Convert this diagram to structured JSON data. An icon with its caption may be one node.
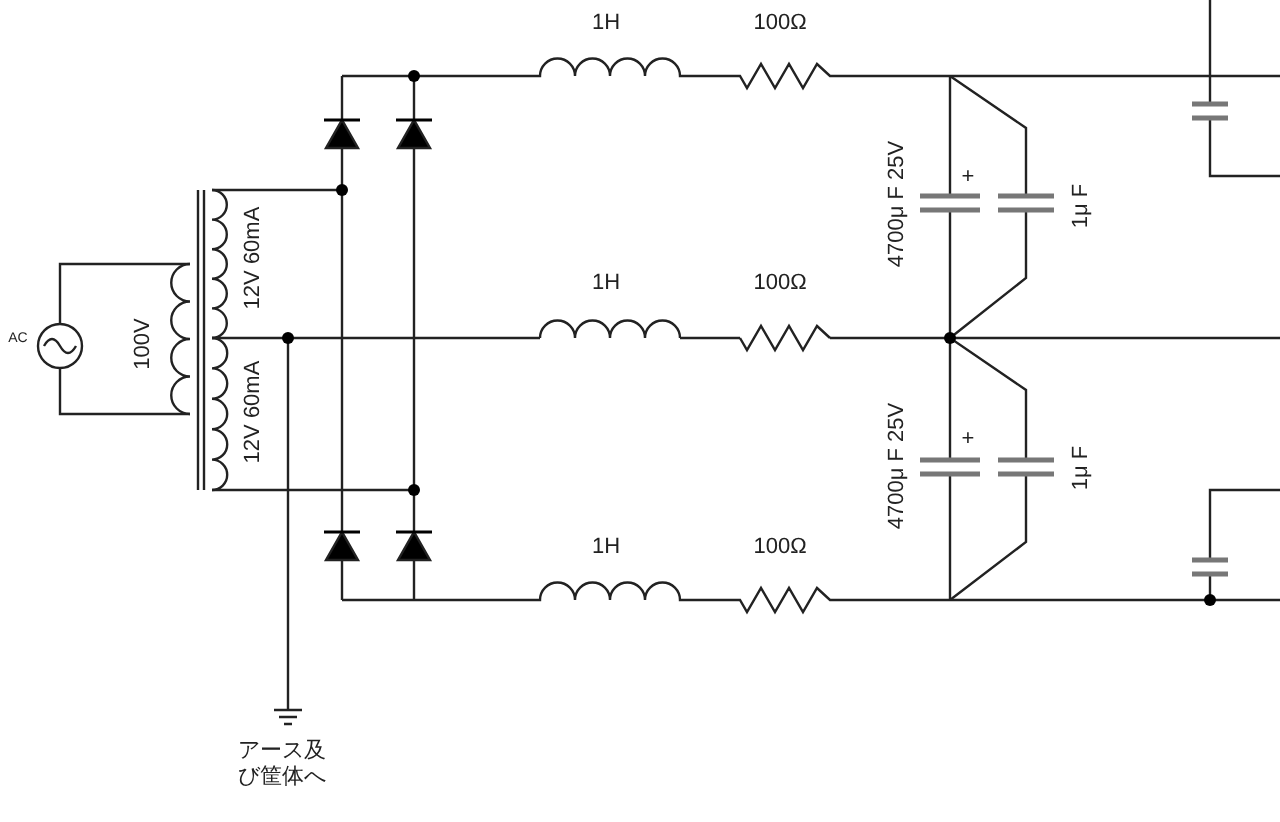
{
  "diagram": {
    "labels": [
      "1H",
      "100Ω",
      "AC",
      "100V",
      "12V 60mA",
      "4700μ F 25V",
      "+",
      "1μ F",
      "1H",
      "100Ω",
      "12V 60mA",
      "4700μ F 25V",
      "+",
      "1μ F",
      "1H",
      "100Ω",
      "アース及び筐体へ"
    ]
  }
}
